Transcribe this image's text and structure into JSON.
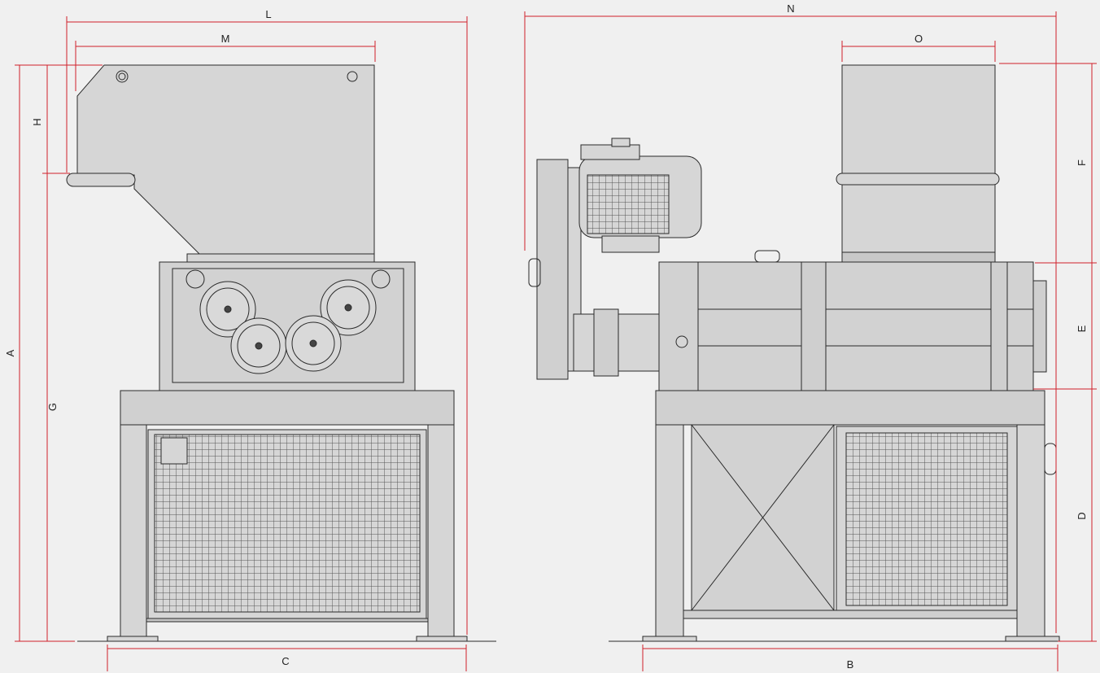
{
  "colors": {
    "background": "#f0f0f0",
    "body_fill": "#d6d6d6",
    "body_fill_dark": "#c4c4c4",
    "outline": "#2a2a2a",
    "dimension_line": "#d0202a",
    "mesh": "#555555"
  },
  "dimensions": {
    "A": "A",
    "B": "B",
    "C": "C",
    "D": "D",
    "E": "E",
    "F": "F",
    "G": "G",
    "H": "H",
    "L": "L",
    "M": "M",
    "N": "N",
    "O": "O"
  },
  "views": [
    "front-view",
    "side-view"
  ]
}
